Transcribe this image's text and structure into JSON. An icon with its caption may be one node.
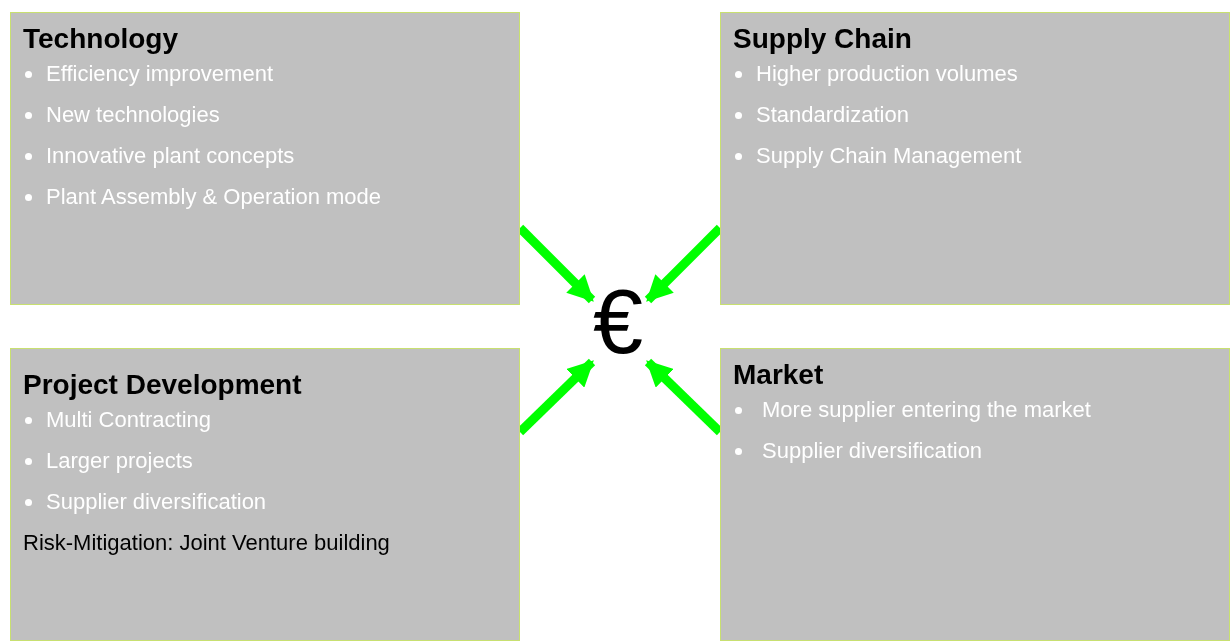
{
  "diagram": {
    "nodes": [
      {
        "text": [
          "Technology",
          "Efficiency improvement",
          "New technologies",
          "Innovative plant concepts",
          "Plant Assembly & Operation mode"
        ]
      },
      {
        "text": [
          "Supply Chain",
          "Higher production volumes",
          "Standardization",
          "Supply Chain Management"
        ]
      },
      {
        "text": [
          "€"
        ]
      },
      {
        "text": [
          "Project Development",
          "Multi Contracting",
          "Larger projects",
          "Supplier diversification",
          "Risk-Mitigation: Joint Venture building"
        ]
      },
      {
        "text": [
          "Market",
          "More supplier entering the market",
          "Supplier diversification"
        ]
      }
    ],
    "edges": [
      {
        "from": 0,
        "to": 2,
        "arrow": "to"
      },
      {
        "from": 1,
        "to": 2,
        "arrow": "to"
      },
      {
        "from": 3,
        "to": 2,
        "arrow": "to"
      },
      {
        "from": 4,
        "to": 2,
        "arrow": "to"
      }
    ]
  }
}
